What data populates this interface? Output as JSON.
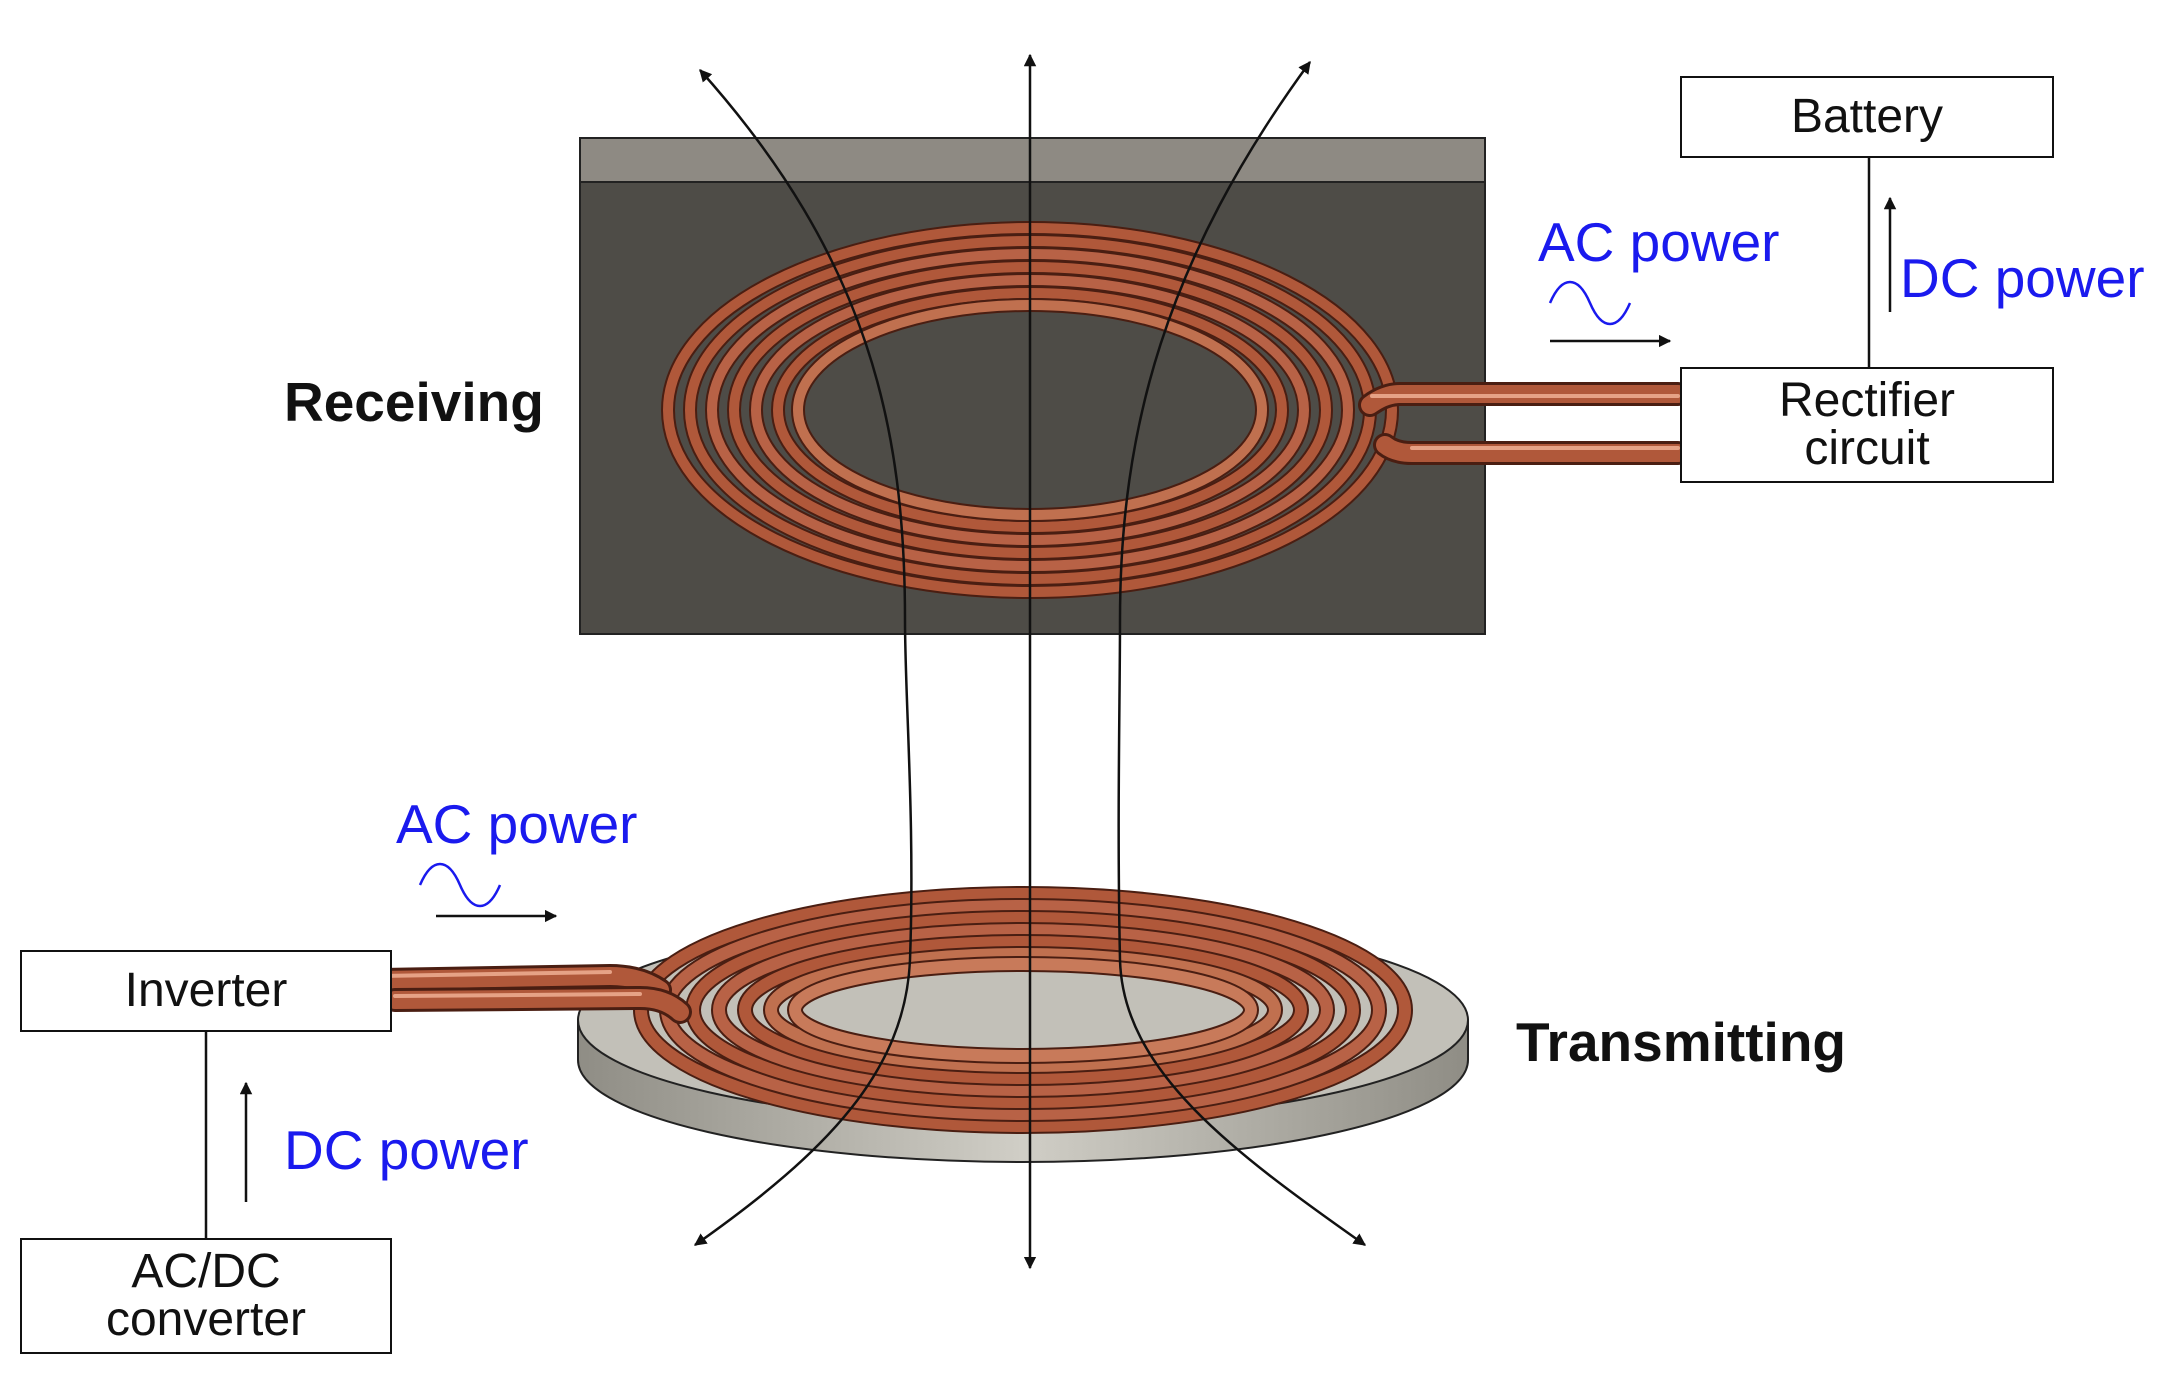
{
  "labels": {
    "receiving": "Receiving",
    "transmitting": "Transmitting",
    "ac_power_rx": "AC power",
    "dc_power_rx": "DC power",
    "ac_power_tx": "AC power",
    "dc_power_tx": "DC power"
  },
  "boxes": {
    "battery": [
      "Battery"
    ],
    "rectifier": [
      "Rectifier",
      "circuit"
    ],
    "inverter": [
      "Inverter"
    ],
    "acdc": [
      "AC/DC",
      "converter"
    ]
  },
  "colors": {
    "annotation_blue": "#1a1aee",
    "copper": "#b0583a",
    "plate_dark": "#4e4c47",
    "plate_top_edge": "#8e8a83",
    "pad_gray": "#c2c0b8"
  }
}
